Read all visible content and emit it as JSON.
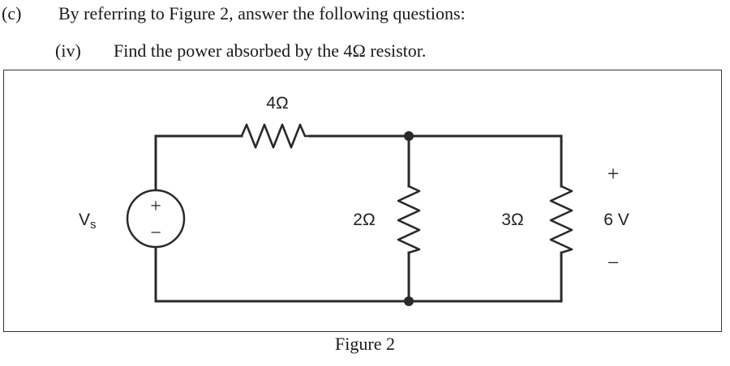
{
  "question": {
    "part_label": "(c)",
    "part_text": "By referring to Figure 2, answer the following questions:",
    "sub_label": "(iv)",
    "sub_text": "Find the power absorbed by the 4Ω resistor."
  },
  "figure": {
    "caption": "Figure 2",
    "source": {
      "label_main": "V",
      "label_sub": "s",
      "plus": "+",
      "minus": "−"
    },
    "resistors": {
      "r_series": "4Ω",
      "r_middle": "2Ω",
      "r_right": "3Ω"
    },
    "voltage": {
      "plus": "+",
      "value": "6 V",
      "minus": "−"
    }
  }
}
